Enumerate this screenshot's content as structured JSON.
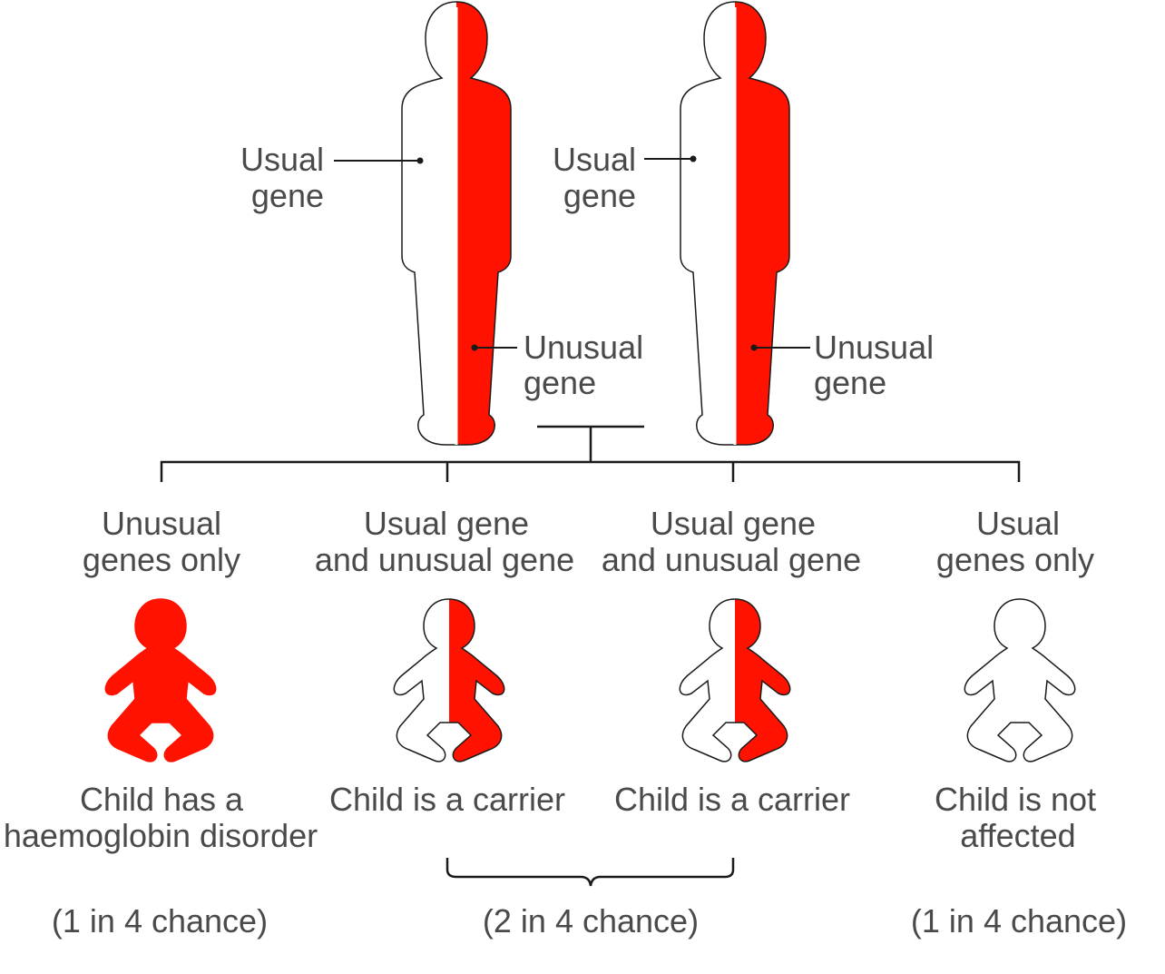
{
  "colors": {
    "affected": "#ff1200",
    "outline": "#1a1a1a",
    "text": "#4a4a4a",
    "background": "#ffffff"
  },
  "parents": [
    {
      "usual_label": [
        "Usual",
        "gene"
      ],
      "unusual_label": [
        "Unusual",
        "gene"
      ]
    },
    {
      "usual_label": [
        "Usual",
        "gene"
      ],
      "unusual_label": [
        "Unusual",
        "gene"
      ]
    }
  ],
  "children": [
    {
      "genes": [
        "Unusual",
        "genes only"
      ],
      "outcome": [
        "Child has a",
        "haemoglobin disorder"
      ],
      "fill": "full"
    },
    {
      "genes": [
        "Usual gene",
        "and unusual gene"
      ],
      "outcome": [
        "Child is a carrier"
      ],
      "fill": "half"
    },
    {
      "genes": [
        "Usual gene",
        "and unusual gene"
      ],
      "outcome": [
        "Child is a carrier"
      ],
      "fill": "half"
    },
    {
      "genes": [
        "Usual",
        "genes only"
      ],
      "outcome": [
        "Child is not",
        "affected"
      ],
      "fill": "none"
    }
  ],
  "chances": [
    "(1 in 4 chance)",
    "(2 in 4 chance)",
    "(1 in 4 chance)"
  ]
}
